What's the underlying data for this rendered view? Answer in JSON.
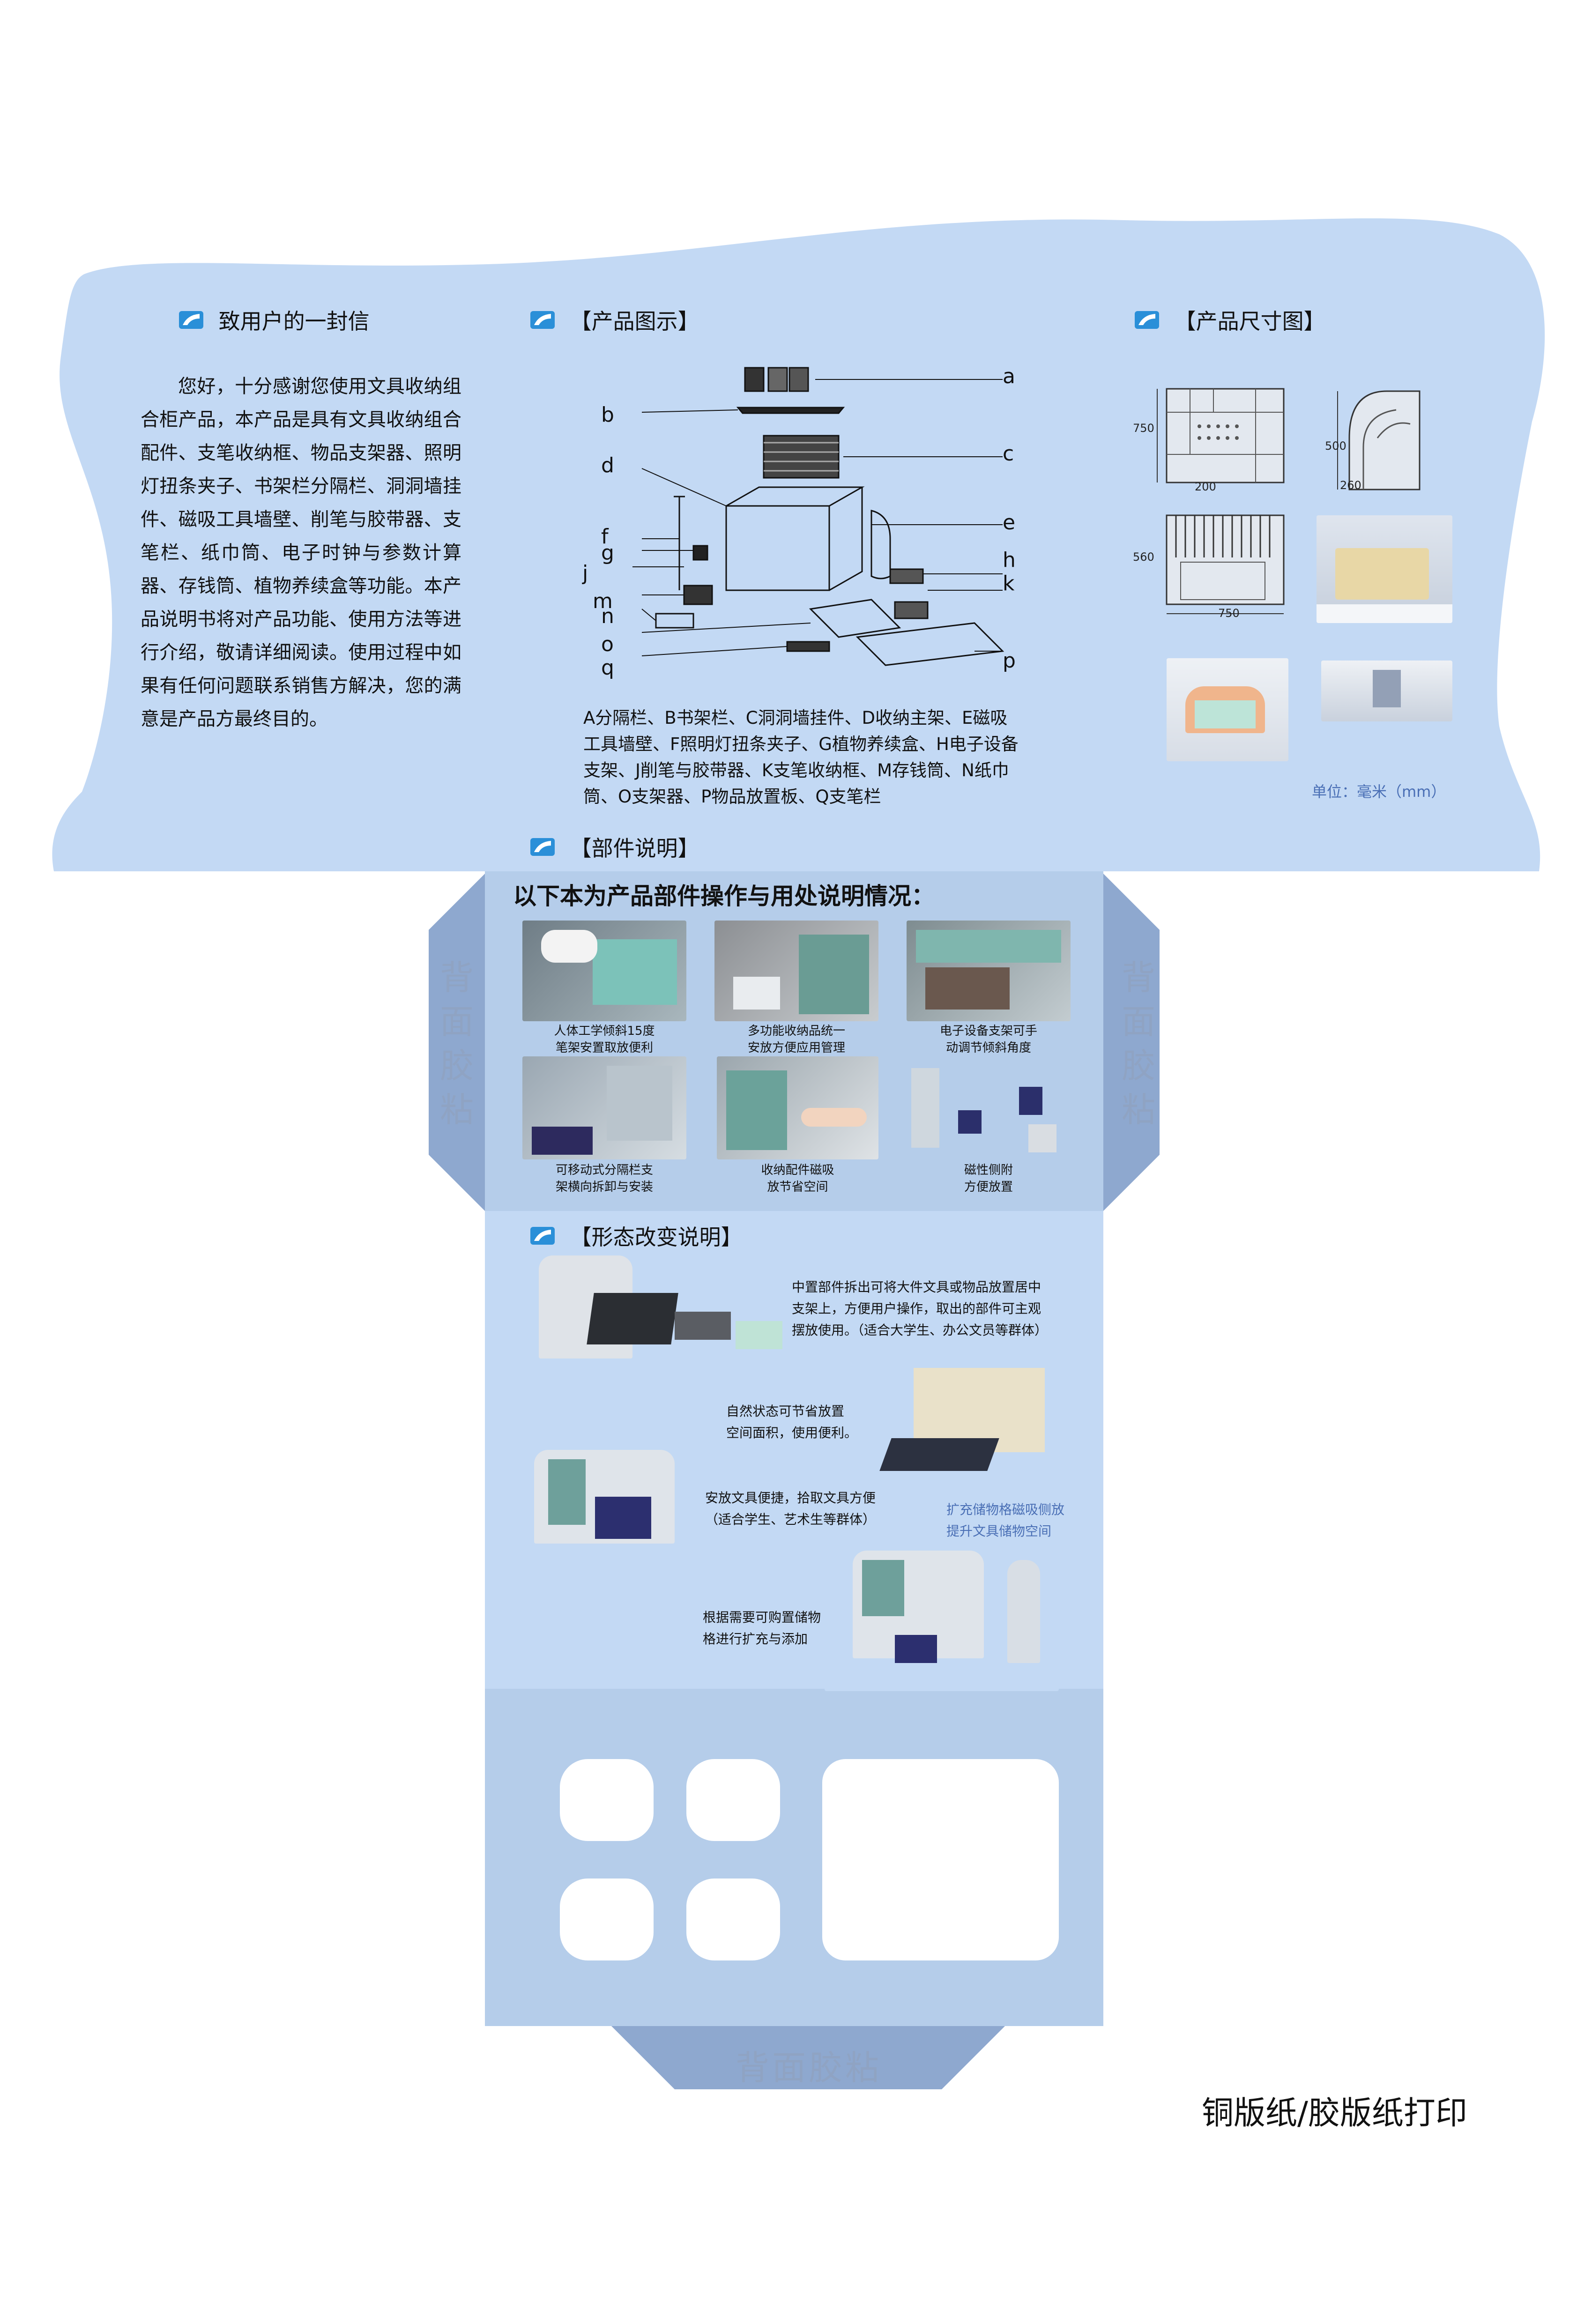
{
  "colors": {
    "panel_light": "#c3d9f4",
    "panel_mid": "#b5cdea",
    "flap": "#8ea8cf",
    "icon_blue": "#2a8fd8",
    "accent_text": "#4a6fb5"
  },
  "letter": {
    "title": "致用户的一封信",
    "body": "您好，十分感谢您使用文具收纳组合柜产品，本产品是具有文具收纳组合配件、支笔收纳框、物品支架器、照明灯扭条夹子、书架栏分隔栏、洞洞墙挂件、磁吸工具墙壁、削笔与胶带器、支笔栏、纸巾筒、电子时钟与参数计算器、存钱筒、植物养续盒等功能。本产品说明书将对产品功能、使用方法等进行介绍，敬请详细阅读。使用过程中如果有任何问题联系销售方解决，您的满意是产品方最终目的。"
  },
  "diagram": {
    "title": "【产品图示】",
    "letters": [
      "a",
      "b",
      "c",
      "d",
      "e",
      "f",
      "g",
      "h",
      "j",
      "k",
      "m",
      "n",
      "o",
      "p",
      "q"
    ],
    "legend": "A分隔栏、B书架栏、C洞洞墙挂件、D收纳主架、E磁吸工具墙壁、F照明灯扭条夹子、G植物养续盒、H电子设备支架、J削笔与胶带器、K支笔收纳框、M存钱筒、N纸巾筒、O支架器、P物品放置板、Q支笔栏"
  },
  "dimensions": {
    "title": "【产品尺寸图】",
    "labels": [
      "750",
      "200",
      "500",
      "260",
      "560",
      "750"
    ],
    "unit": "单位：毫米（mm）"
  },
  "parts": {
    "title": "【部件说明】",
    "headline": "以下本为产品部件操作与用处说明情况：",
    "items": [
      {
        "l1": "人体工学倾斜15度",
        "l2": "笔架安置取放便利"
      },
      {
        "l1": "多功能收纳品统一",
        "l2": "安放方便应用管理"
      },
      {
        "l1": "电子设备支架可手",
        "l2": "动调节倾斜角度"
      },
      {
        "l1": "可移动式分隔栏支",
        "l2": "架横向拆卸与安装"
      },
      {
        "l1": "收纳配件磁吸",
        "l2": "放节省空间"
      },
      {
        "l1": "磁性侧附",
        "l2": "方便放置"
      }
    ]
  },
  "transform": {
    "title": "【形态改变说明】",
    "notes": [
      {
        "l1": "中置部件拆出可将大件文具或物品放置居中",
        "l2": "支架上，方便用户操作，取出的部件可主观",
        "l3": "摆放使用。（适合大学生、办公文员等群体）"
      },
      {
        "l1": "自然状态可节省放置",
        "l2": "空间面积，使用便利。"
      },
      {
        "l1": "安放文具便捷，拾取文具方便",
        "l2": "（适合学生、艺术生等群体）"
      },
      {
        "l1": "扩充储物格磁吸侧放",
        "l2": "提升文具储物空间"
      },
      {
        "l1": "根据需要可购置储物",
        "l2": "格进行扩充与添加"
      }
    ]
  },
  "glue": {
    "left": "背面胶粘",
    "right": "背面胶粘",
    "bottom": "背面胶粘"
  },
  "print_note": "铜版纸/胶版纸打印"
}
